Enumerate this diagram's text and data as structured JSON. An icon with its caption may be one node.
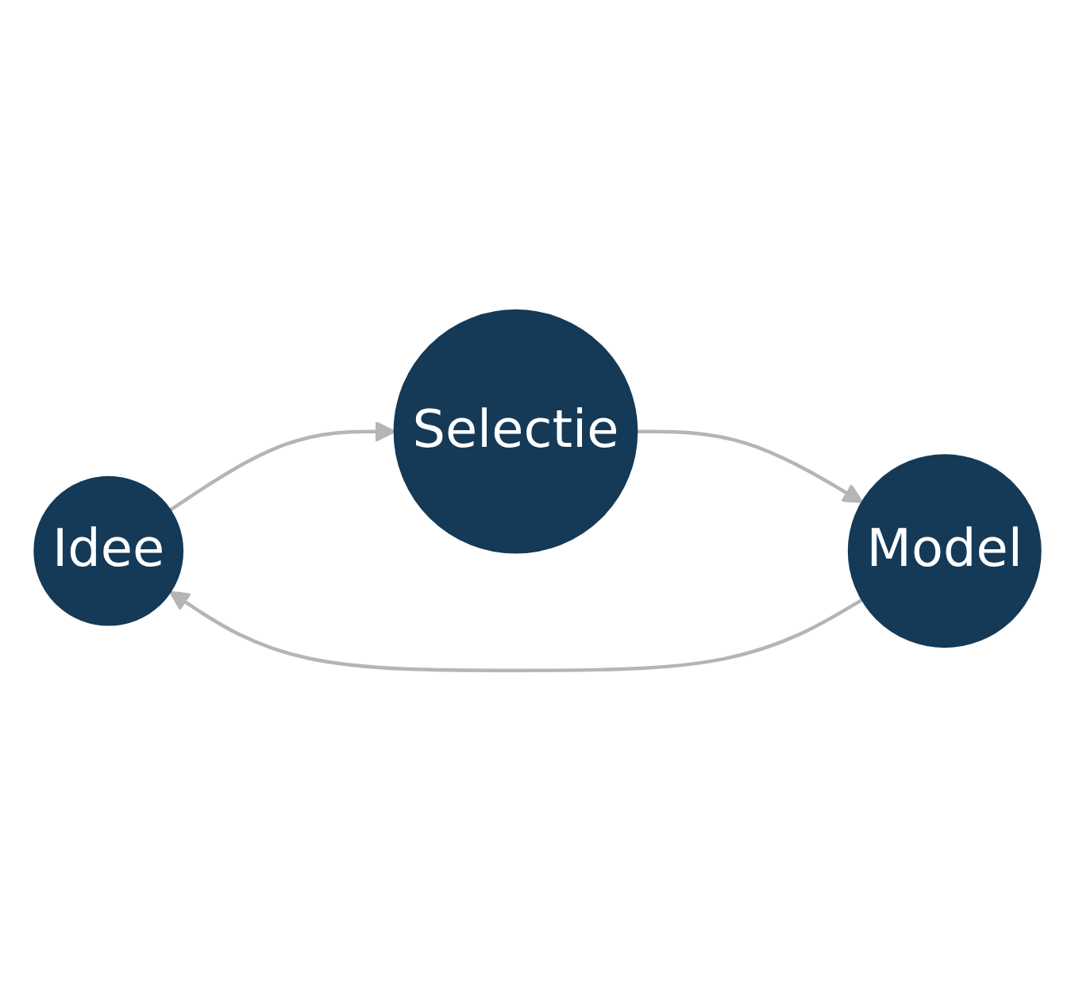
{
  "diagram": {
    "nodes": [
      {
        "text": [
          "Idee"
        ]
      },
      {
        "text": [
          "Selectie"
        ]
      },
      {
        "text": [
          "Model"
        ]
      }
    ],
    "edges": [
      {
        "from": 0,
        "to": 1,
        "arrow": "to"
      },
      {
        "from": 1,
        "to": 2,
        "arrow": "to"
      },
      {
        "from": 2,
        "to": 0,
        "arrow": "to"
      }
    ]
  }
}
